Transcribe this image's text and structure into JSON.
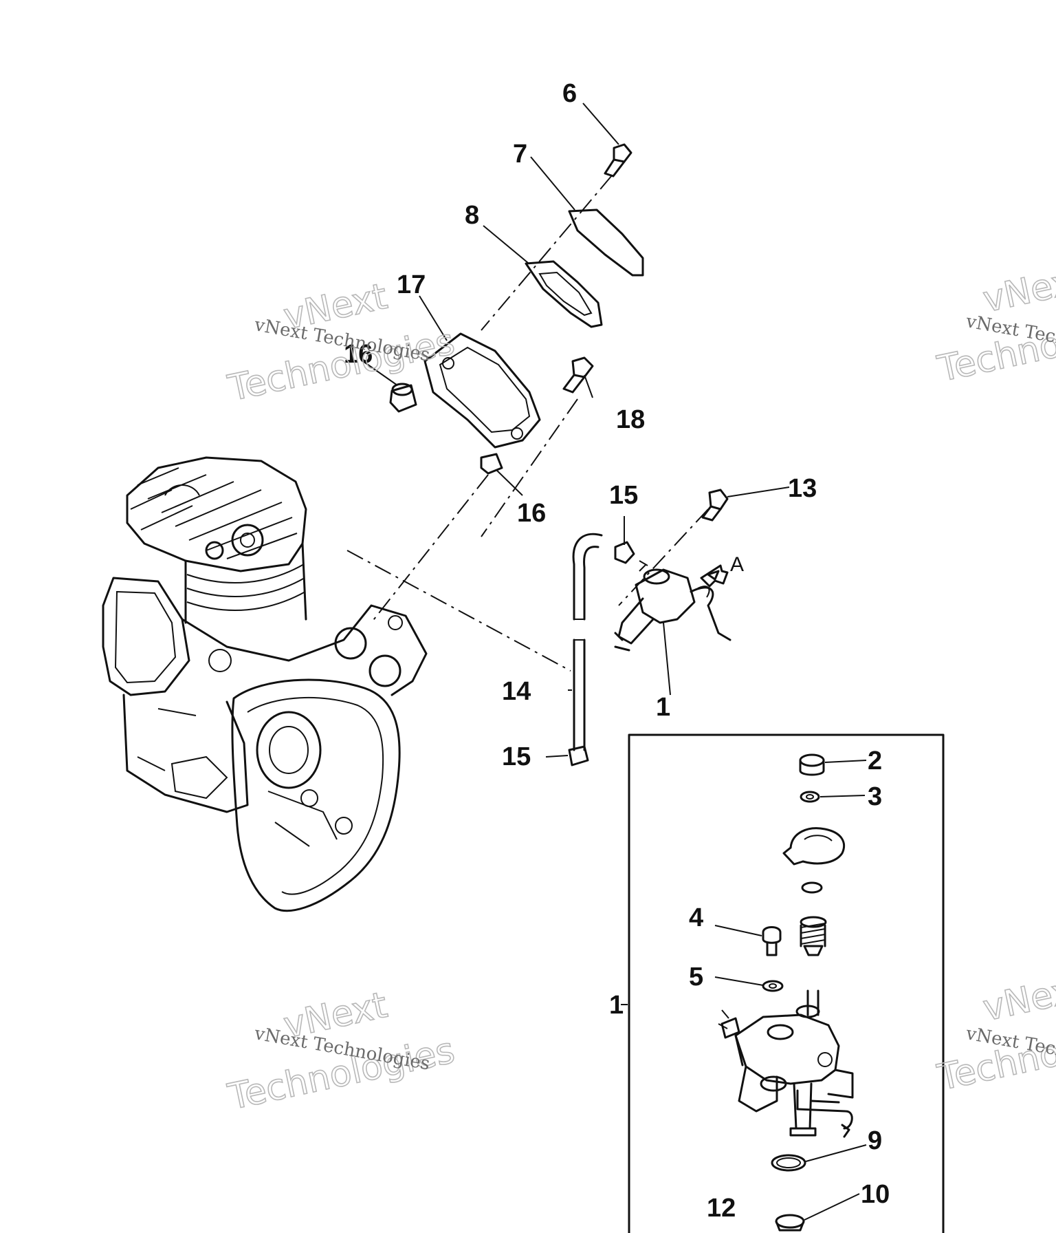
{
  "watermark": {
    "line1": "vNext",
    "line2": "Technologies",
    "caption": "vNext Technologies"
  },
  "callouts": {
    "c6": "6",
    "c7": "7",
    "c8": "8",
    "c17": "17",
    "c16a": "16",
    "c18": "18",
    "c16b": "16",
    "c15a": "15",
    "c13": "13",
    "cA": "A",
    "c14": "14",
    "c1a": "1",
    "c15b": "15",
    "c2": "2",
    "c3": "3",
    "c4": "4",
    "c5": "5",
    "c1b": "1",
    "c9": "9",
    "c10": "10",
    "c12": "12"
  }
}
